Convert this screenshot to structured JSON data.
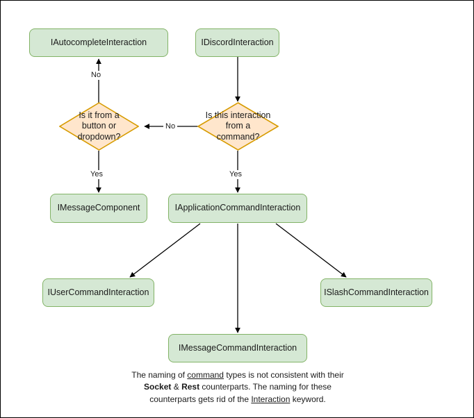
{
  "diagram": {
    "title": "Discord interaction type hierarchy flowchart",
    "colors": {
      "node_fill": "#d5e8d4",
      "node_stroke": "#82b366",
      "decision_fill": "#ffe6cc",
      "decision_stroke": "#d79b00",
      "edge_stroke": "#000000",
      "canvas_background": "#ffffff",
      "canvas_border": "#000000",
      "text": "#1a1a1a"
    },
    "nodes": [
      {
        "id": "autocomplete",
        "label": "IAutocompleteInteraction",
        "shape": "box"
      },
      {
        "id": "discord",
        "label": "IDiscordInteraction",
        "shape": "box"
      },
      {
        "id": "decision_button",
        "label": "Is it from a button or dropdown?",
        "shape": "diamond"
      },
      {
        "id": "decision_command",
        "label": "Is this interaction from a command?",
        "shape": "diamond"
      },
      {
        "id": "messagecomponent",
        "label": "IMessageComponent",
        "shape": "box"
      },
      {
        "id": "appcommand",
        "label": "IApplicationCommandInteraction",
        "shape": "box"
      },
      {
        "id": "usercommand",
        "label": "IUserCommandInteraction",
        "shape": "box"
      },
      {
        "id": "messagecommand",
        "label": "IMessageCommandInteraction",
        "shape": "box"
      },
      {
        "id": "slashcommand",
        "label": "ISlashCommandInteraction",
        "shape": "box"
      }
    ],
    "edges": [
      {
        "from": "decision_button",
        "to": "autocomplete",
        "label": "No"
      },
      {
        "from": "discord",
        "to": "decision_command",
        "label": ""
      },
      {
        "from": "decision_command",
        "to": "decision_button",
        "label": "No"
      },
      {
        "from": "decision_button",
        "to": "messagecomponent",
        "label": "Yes"
      },
      {
        "from": "decision_command",
        "to": "appcommand",
        "label": "Yes"
      },
      {
        "from": "appcommand",
        "to": "usercommand",
        "label": ""
      },
      {
        "from": "appcommand",
        "to": "messagecommand",
        "label": ""
      },
      {
        "from": "appcommand",
        "to": "slashcommand",
        "label": ""
      }
    ],
    "edge_labels": {
      "no_up": "No",
      "no_left": "No",
      "yes_left": "Yes",
      "yes_right": "Yes"
    },
    "footer": {
      "line1_a": "The naming of ",
      "line1_underline": "command",
      "line1_b": " types is not consistent with their",
      "line2_bold1": "Socket",
      "line2_amp": " & ",
      "line2_bold2": "Rest",
      "line2_rest": " counterparts. The naming for these",
      "line3_a": "counterparts gets rid of the ",
      "line3_underline": "Interaction",
      "line3_b": " keyword."
    }
  }
}
